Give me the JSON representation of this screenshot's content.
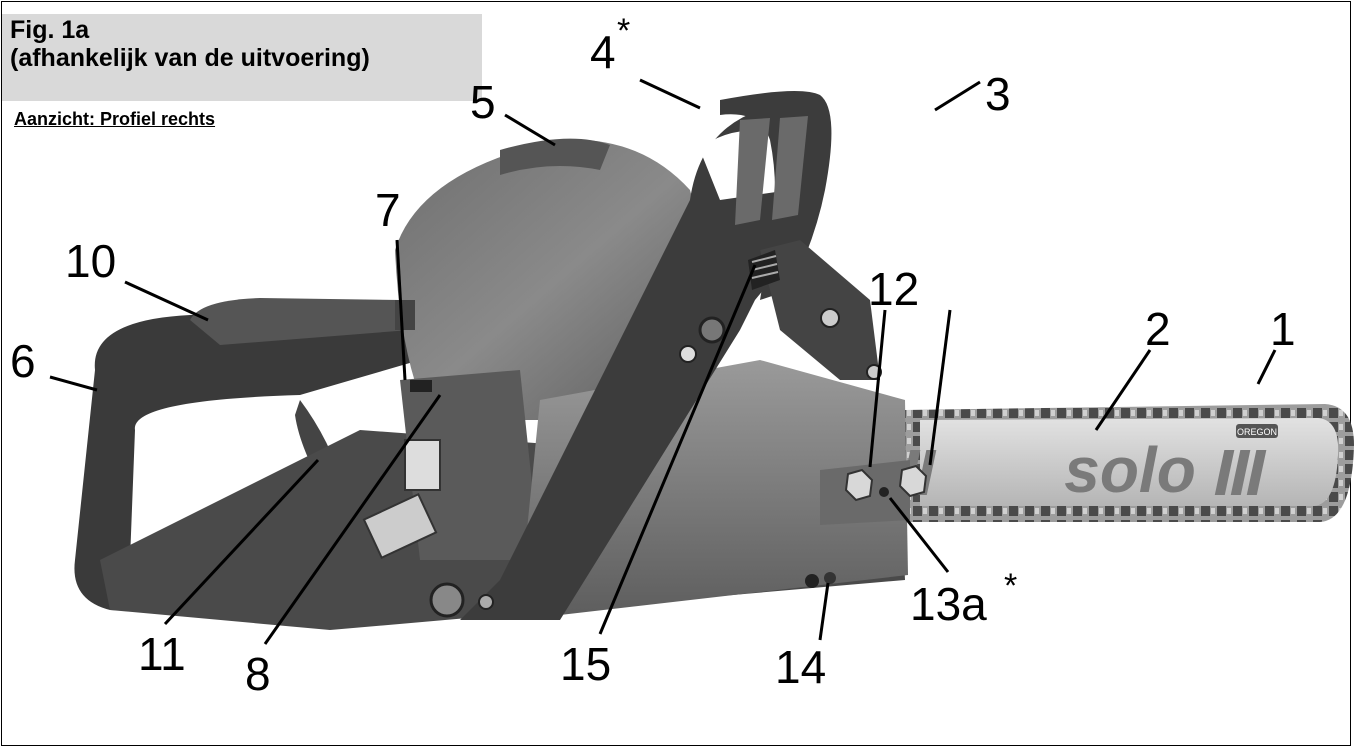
{
  "figure": {
    "title": "Fig. 1a",
    "subtitle": "(afhankelijk van de uitvoering)",
    "view_label": "Aanzicht: Profiel rechts"
  },
  "photo": {
    "bar_brand": "solo",
    "bar_tip_brand": "OREGON"
  },
  "callouts": [
    {
      "id": "1",
      "label": "1"
    },
    {
      "id": "2",
      "label": "2"
    },
    {
      "id": "3",
      "label": "3"
    },
    {
      "id": "4",
      "label": "4",
      "sup": "*"
    },
    {
      "id": "5",
      "label": "5"
    },
    {
      "id": "6",
      "label": "6"
    },
    {
      "id": "7",
      "label": "7"
    },
    {
      "id": "8",
      "label": "8"
    },
    {
      "id": "10",
      "label": "10"
    },
    {
      "id": "11",
      "label": "11"
    },
    {
      "id": "12",
      "label": "12"
    },
    {
      "id": "13a",
      "label": "13a",
      "sup": "*"
    },
    {
      "id": "14",
      "label": "14"
    },
    {
      "id": "15",
      "label": "15"
    }
  ],
  "colors": {
    "header_bg": "#d9d9d9",
    "body_gray": "#7a7a7a",
    "dark_gray": "#3c3c3c",
    "bar_gray": "#c8c8c8"
  }
}
